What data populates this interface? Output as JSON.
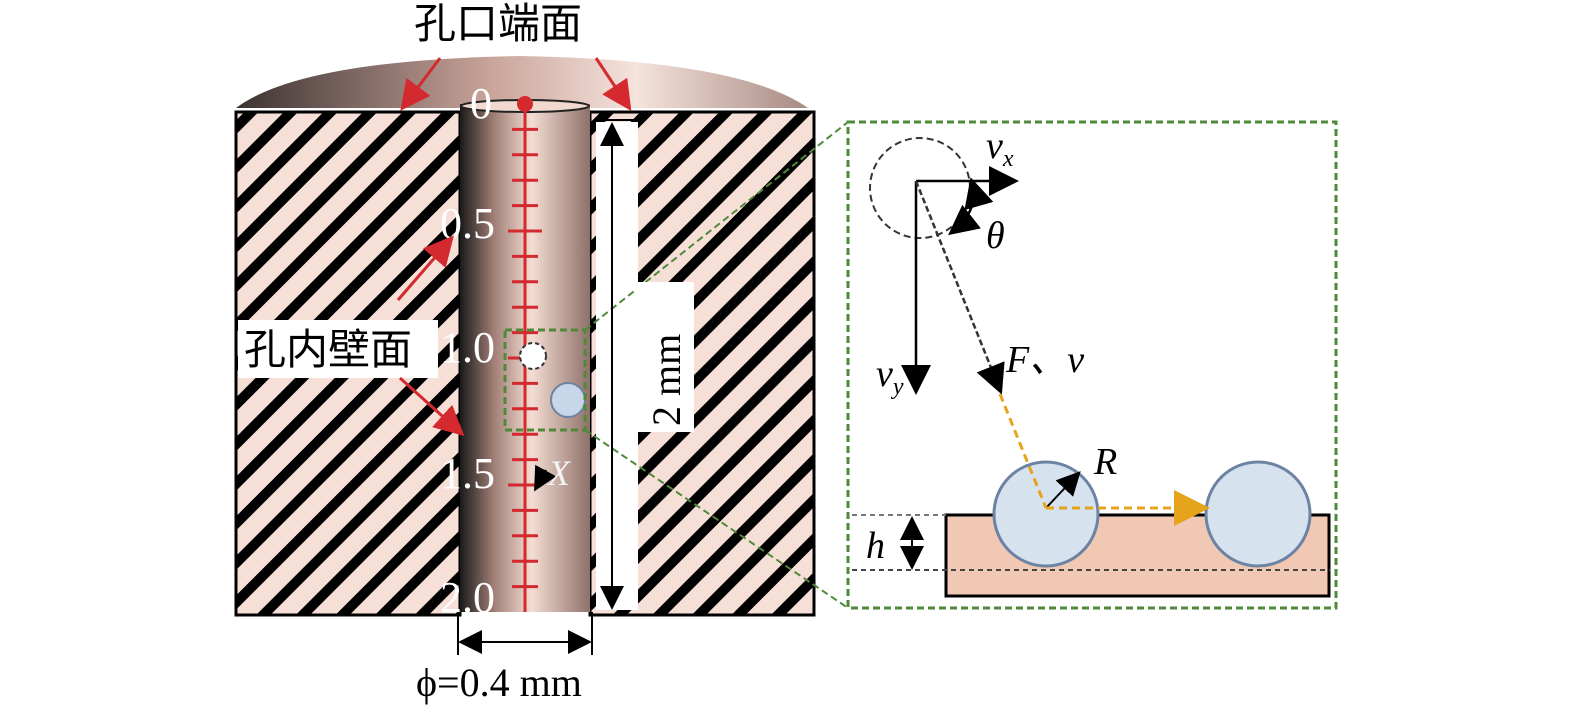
{
  "labels": {
    "hole_end_face": "孔口端面",
    "hole_inner_wall": "孔内壁面",
    "depth_dim": "2 mm",
    "diameter_dim": "ϕ=0.4 mm",
    "x_axis": "X"
  },
  "scale": {
    "ticks": [
      "0",
      "0.5",
      "1.0",
      "1.5",
      "2.0"
    ]
  },
  "detail": {
    "vx": "v",
    "vx_sub": "x",
    "vy": "v",
    "vy_sub": "y",
    "theta": "θ",
    "force_velocity": "F、v",
    "radius": "R",
    "height": "h"
  },
  "colors": {
    "red": "#d3292f",
    "green_dash": "#4e8a3a",
    "orange_dash": "#e6a31c",
    "particle_fill": "#c7d6e8",
    "particle_stroke": "#6c83a3",
    "material_fill": "#f0c8b4"
  }
}
